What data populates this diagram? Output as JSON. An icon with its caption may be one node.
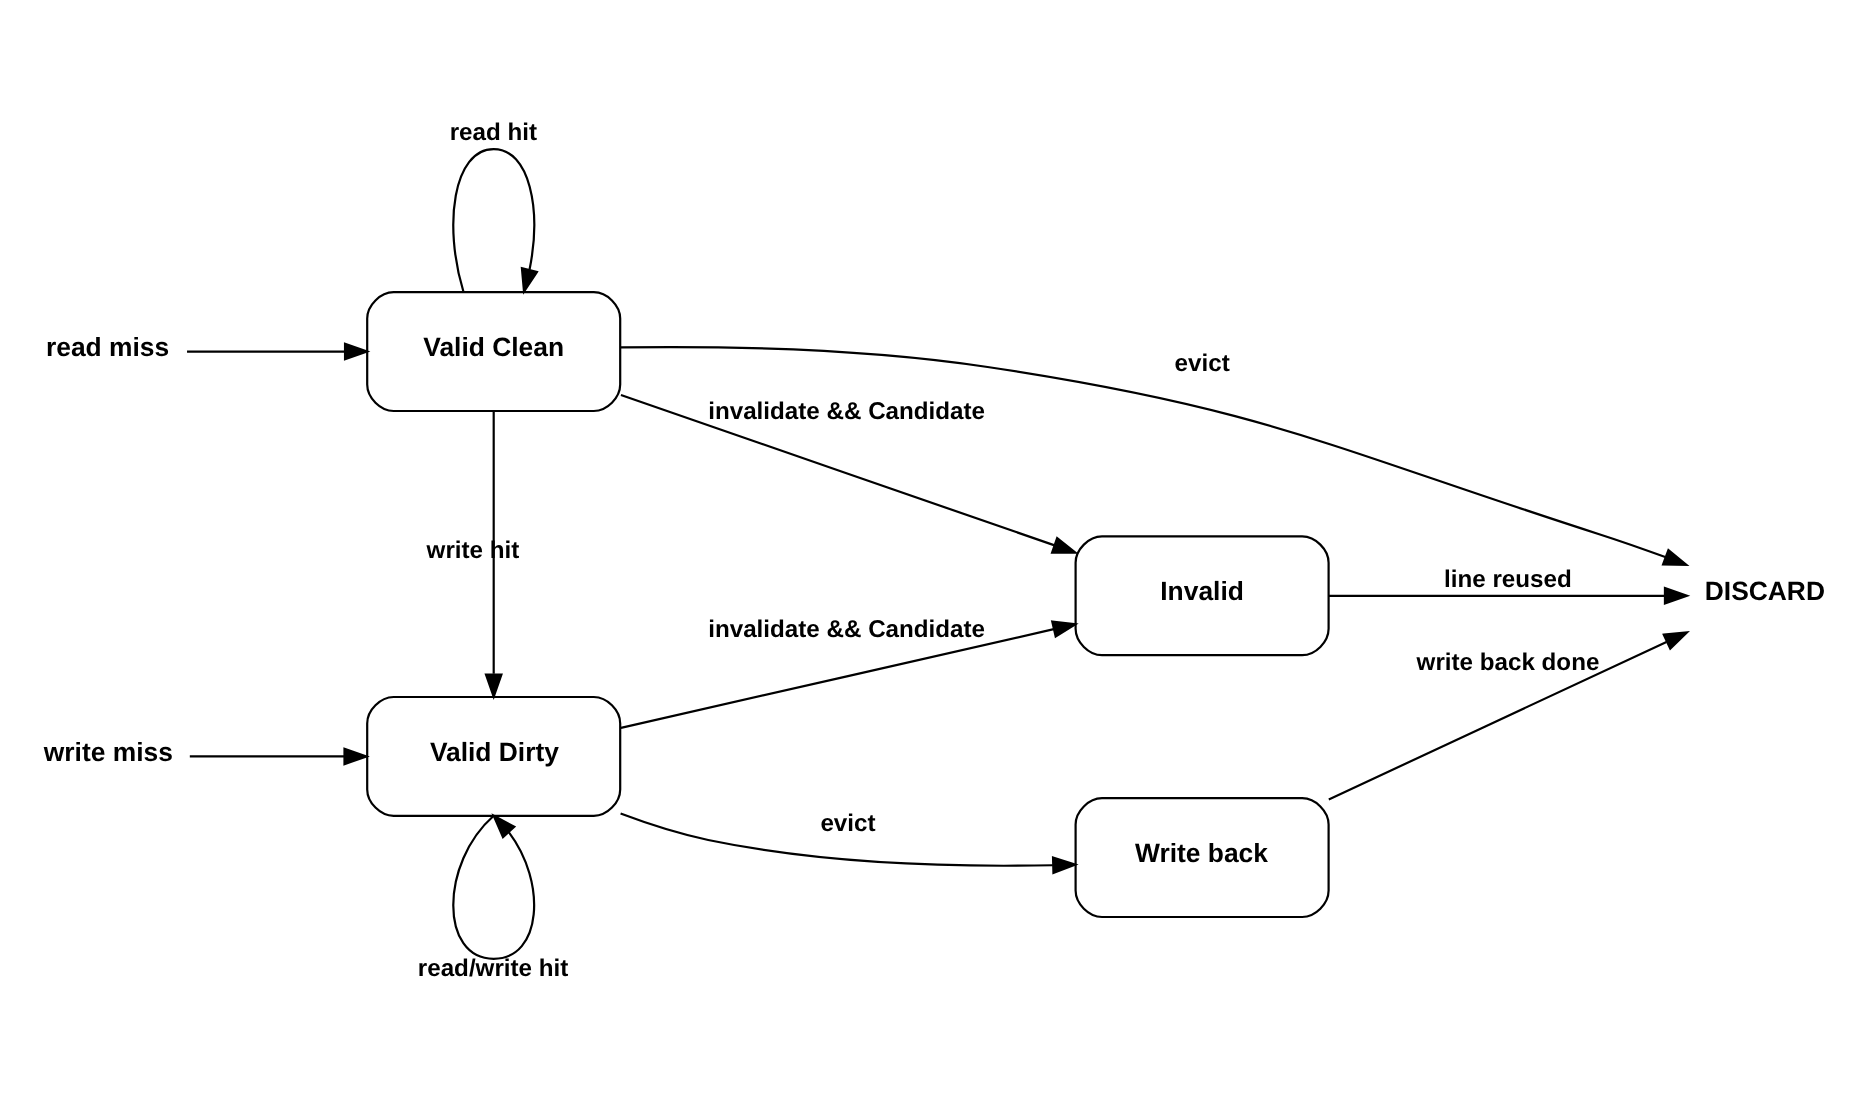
{
  "diagram": {
    "nodes": [
      {
        "text": [
          "Valid Clean"
        ]
      },
      {
        "text": [
          "Invalid"
        ]
      },
      {
        "text": [
          "read miss"
        ]
      },
      {
        "text": [
          "DISCARD"
        ]
      },
      {
        "text": [
          "write miss"
        ]
      },
      {
        "text": [
          "Valid Dirty"
        ]
      },
      {
        "text": [
          "Write back"
        ]
      }
    ],
    "edges": [
      {
        "from": 0,
        "to": 0,
        "arrow": "to",
        "label": "read hit"
      },
      {
        "from": 0,
        "to": 3,
        "arrow": "to",
        "label": "evict"
      },
      {
        "from": 0,
        "to": 1,
        "arrow": "to",
        "label": "invalidate && Candidate"
      },
      {
        "from": 2,
        "to": 0,
        "arrow": "to"
      },
      {
        "from": 1,
        "to": 3,
        "arrow": "to",
        "label": "line reused"
      },
      {
        "from": 0,
        "to": 5,
        "arrow": "to",
        "label": "write hit"
      },
      {
        "from": 5,
        "to": 1,
        "arrow": "to",
        "label": "invalidate && Candidate"
      },
      {
        "from": 4,
        "to": 5,
        "arrow": "to"
      },
      {
        "from": 5,
        "to": 6,
        "arrow": "to",
        "label": "evict"
      },
      {
        "from": 6,
        "to": 3,
        "arrow": "to",
        "label": "write back done"
      },
      {
        "from": 5,
        "to": 5,
        "arrow": "to",
        "label": "read/write hit"
      }
    ]
  }
}
